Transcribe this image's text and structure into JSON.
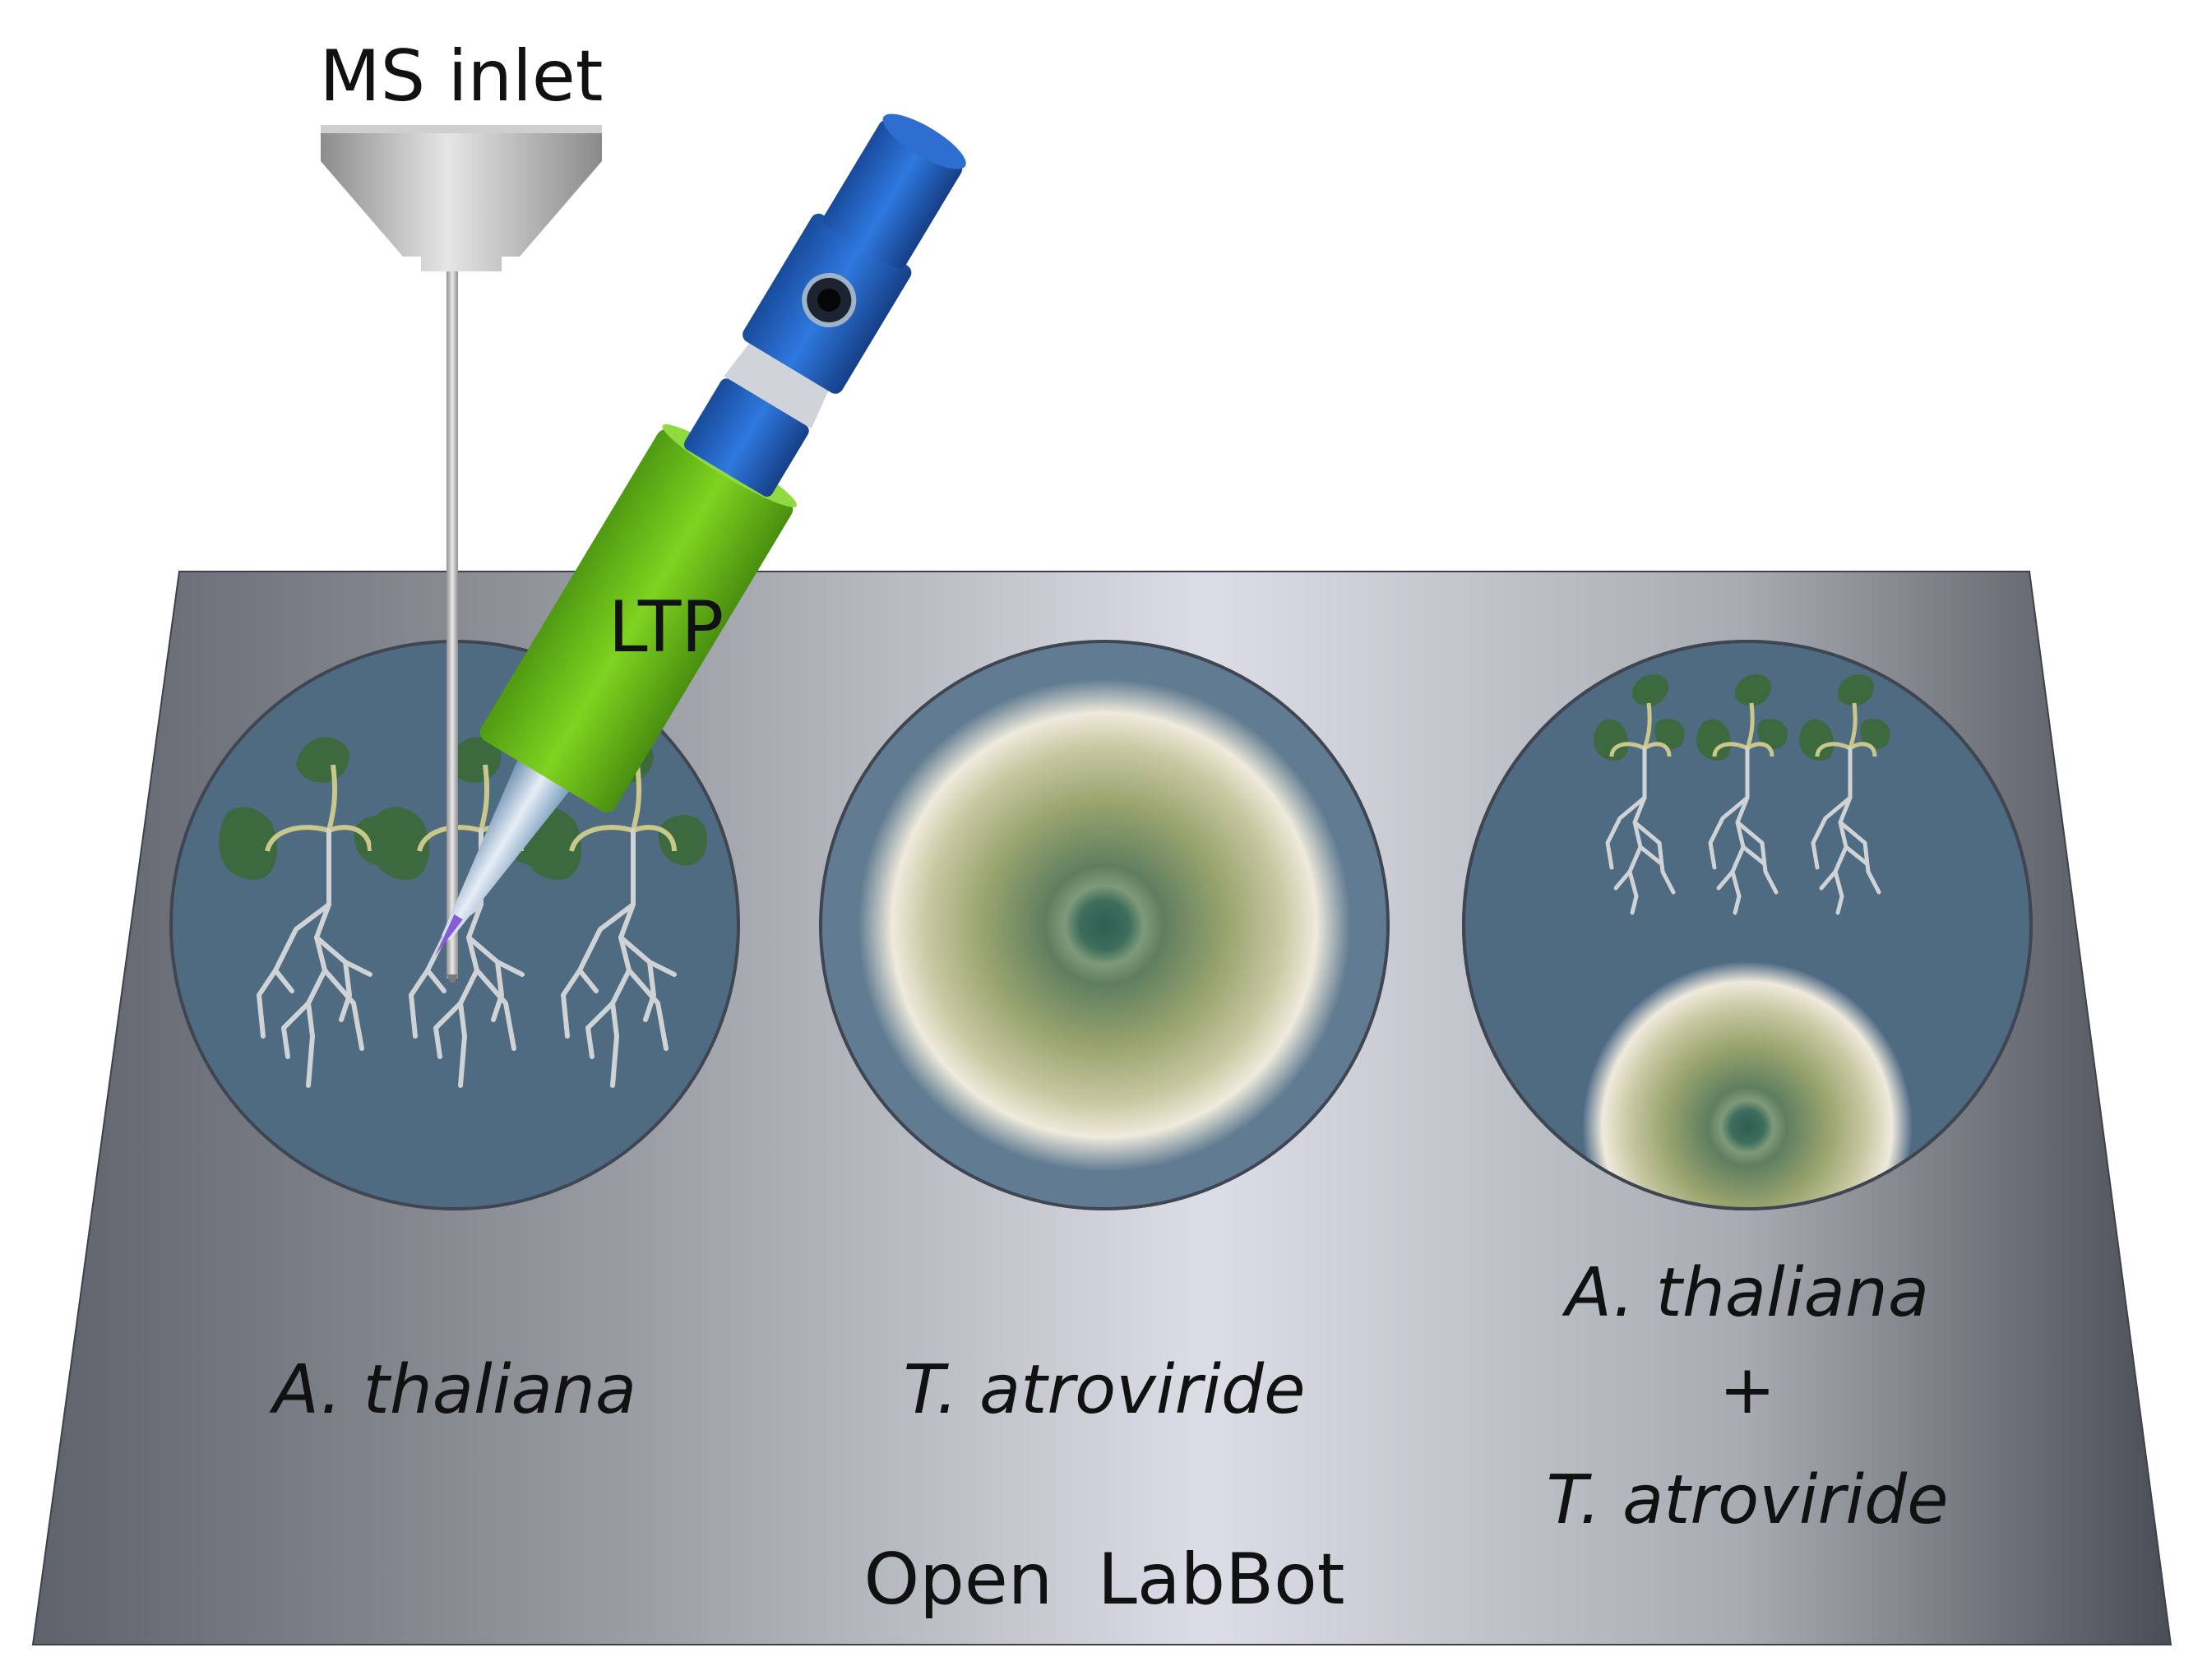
{
  "labels": {
    "ms_inlet": "MS inlet",
    "ltp": "LTP",
    "platform": "Open  LabBot"
  },
  "dishes": [
    {
      "caption_lines": [
        "A. thaliana"
      ]
    },
    {
      "caption_lines": [
        "T. atroviride"
      ]
    },
    {
      "caption_lines": [
        "A. thaliana",
        "+",
        "T. atroviride"
      ]
    }
  ],
  "colors": {
    "platform_dark": "#5e626b",
    "platform_light": "#dcdde6",
    "dish_fill": "#4f6b82",
    "dish_rim": "#3f4652",
    "leaf": "#3c6a3e",
    "stem": "#c9c88a",
    "root": "#cfd3d6",
    "fungus_center": "#2f5e52",
    "fungus_ring": "#9aa56f",
    "fungus_edge": "#efeadc",
    "ltp_green": "#6cc417",
    "ltp_blue": "#1f5fc1",
    "funnel_gray": "#b8b8b8"
  }
}
